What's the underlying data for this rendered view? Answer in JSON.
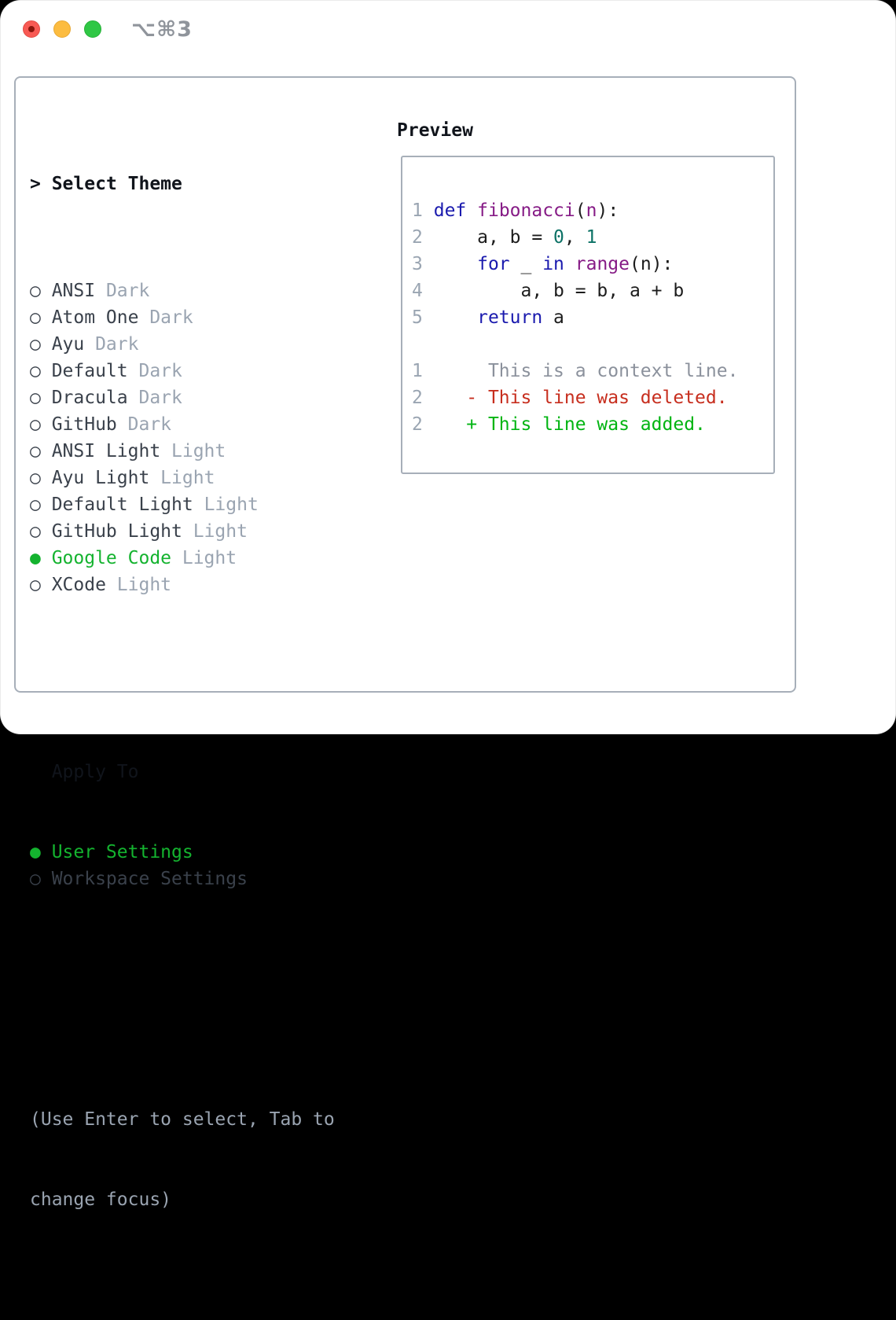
{
  "window": {
    "title": "⌥⌘3"
  },
  "colors": {
    "selection_green": "#14b32f",
    "added_green": "#00b411",
    "deleted_red": "#c72e1e",
    "keyword_blue": "#1a1aae",
    "function_purple": "#861b86",
    "number_teal": "#0c7266",
    "muted_gray": "#9aa4b1",
    "panel_border": "#a7afb9"
  },
  "theme_list": {
    "header": {
      "marker": ">",
      "label": "Select Theme"
    },
    "items": [
      {
        "marker": "○",
        "label": "ANSI",
        "tag": "Dark",
        "selected": false
      },
      {
        "marker": "○",
        "label": "Atom One",
        "tag": "Dark",
        "selected": false
      },
      {
        "marker": "○",
        "label": "Ayu",
        "tag": "Dark",
        "selected": false
      },
      {
        "marker": "○",
        "label": "Default",
        "tag": "Dark",
        "selected": false
      },
      {
        "marker": "○",
        "label": "Dracula",
        "tag": "Dark",
        "selected": false
      },
      {
        "marker": "○",
        "label": "GitHub",
        "tag": "Dark",
        "selected": false
      },
      {
        "marker": "○",
        "label": "ANSI Light",
        "tag": "Light",
        "selected": false
      },
      {
        "marker": "○",
        "label": "Ayu Light",
        "tag": "Light",
        "selected": false
      },
      {
        "marker": "○",
        "label": "Default Light",
        "tag": "Light",
        "selected": false
      },
      {
        "marker": "○",
        "label": "GitHub Light",
        "tag": "Light",
        "selected": false
      },
      {
        "marker": "●",
        "label": "Google Code",
        "tag": "Light",
        "selected": true
      },
      {
        "marker": "○",
        "label": "XCode",
        "tag": "Light",
        "selected": false
      }
    ]
  },
  "apply_to": {
    "header": "Apply To",
    "items": [
      {
        "marker": "●",
        "label": "User Settings",
        "selected": true
      },
      {
        "marker": "○",
        "label": "Workspace Settings",
        "selected": false
      }
    ]
  },
  "help_text": [
    "(Use Enter to select, Tab to",
    "change focus)"
  ],
  "preview": {
    "header": "Preview",
    "code_lines": [
      {
        "num": "1",
        "segments": [
          {
            "t": " ",
            "c": "plain"
          },
          {
            "t": "def",
            "c": "kw"
          },
          {
            "t": " ",
            "c": "plain"
          },
          {
            "t": "fibonacci",
            "c": "fn"
          },
          {
            "t": "(",
            "c": "plain"
          },
          {
            "t": "n",
            "c": "fn"
          },
          {
            "t": "):",
            "c": "plain"
          }
        ]
      },
      {
        "num": "2",
        "segments": [
          {
            "t": "     a, b = ",
            "c": "plain"
          },
          {
            "t": "0",
            "c": "num"
          },
          {
            "t": ", ",
            "c": "plain"
          },
          {
            "t": "1",
            "c": "num"
          }
        ]
      },
      {
        "num": "3",
        "segments": [
          {
            "t": "     ",
            "c": "plain"
          },
          {
            "t": "for",
            "c": "kw"
          },
          {
            "t": " _ ",
            "c": "plain"
          },
          {
            "t": "in",
            "c": "kw"
          },
          {
            "t": " ",
            "c": "plain"
          },
          {
            "t": "range",
            "c": "fn"
          },
          {
            "t": "(n):",
            "c": "plain"
          }
        ]
      },
      {
        "num": "4",
        "segments": [
          {
            "t": "         a, b = b, a + b",
            "c": "plain"
          }
        ]
      },
      {
        "num": "5",
        "segments": [
          {
            "t": "     ",
            "c": "plain"
          },
          {
            "t": "return",
            "c": "kw"
          },
          {
            "t": " a",
            "c": "plain"
          }
        ]
      },
      {
        "num": "",
        "segments": []
      },
      {
        "num": "1",
        "segments": [
          {
            "t": "      This is a context line.",
            "c": "ctx"
          }
        ]
      },
      {
        "num": "2",
        "segments": [
          {
            "t": "    - This line was deleted.",
            "c": "del"
          }
        ]
      },
      {
        "num": "2",
        "segments": [
          {
            "t": "    + This line was added.",
            "c": "add"
          }
        ]
      }
    ]
  }
}
